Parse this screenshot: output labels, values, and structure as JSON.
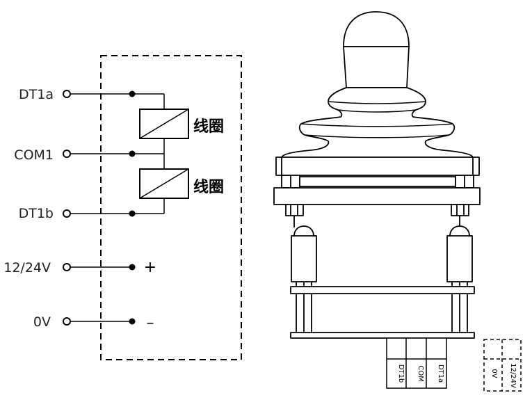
{
  "left_diagram": {
    "terminals": {
      "dt1a": "DT1a",
      "com1": "COM1",
      "dt1b": "DT1b",
      "supply": "12/24V",
      "zero": "0V"
    },
    "coil_upper_label": "线圈",
    "coil_lower_label": "线圈",
    "plus_sign": "+",
    "minus_sign": "–"
  },
  "connector": {
    "pins": [
      "DT1b",
      "COM",
      "DT1a"
    ]
  },
  "power_box": {
    "pins": [
      "0V",
      "12/24V"
    ]
  }
}
